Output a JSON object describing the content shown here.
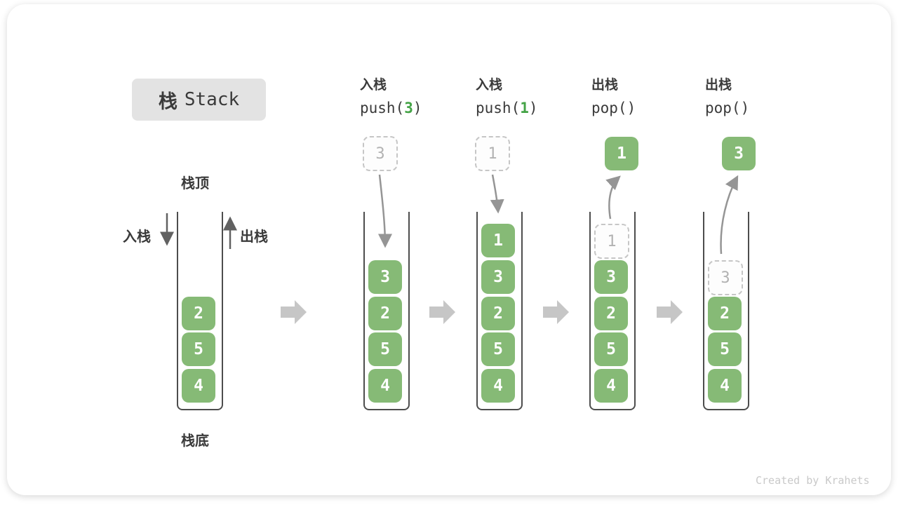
{
  "title": {
    "cn": "栈",
    "en": "Stack"
  },
  "side_labels": {
    "stack_top": "栈顶",
    "stack_bottom": "栈底",
    "push": "入栈",
    "pop": "出栈"
  },
  "steps": [
    {
      "label": "入栈",
      "code_pre": "push(",
      "code_arg": "3",
      "code_post": ")"
    },
    {
      "label": "入栈",
      "code_pre": "push(",
      "code_arg": "1",
      "code_post": ")"
    },
    {
      "label": "出栈",
      "code_pre": "pop(",
      "code_arg": "",
      "code_post": ")"
    },
    {
      "label": "出栈",
      "code_pre": "pop(",
      "code_arg": "",
      "code_post": ")"
    }
  ],
  "stacks": [
    {
      "cells": [
        "2",
        "5",
        "4"
      ]
    },
    {
      "floating": "3",
      "cells": [
        "3",
        "2",
        "5",
        "4"
      ]
    },
    {
      "floating": "1",
      "cells": [
        "1",
        "3",
        "2",
        "5",
        "4"
      ]
    },
    {
      "floating": "1",
      "ghost": "1",
      "cells": [
        "3",
        "2",
        "5",
        "4"
      ]
    },
    {
      "floating": "3",
      "ghost": "3",
      "cells": [
        "2",
        "5",
        "4"
      ]
    }
  ],
  "watermark": "Created by Krahets",
  "colors": {
    "green": "#86ba76",
    "green_digit": "#44a346",
    "text_dark": "#3a3a3a",
    "title_bg": "#e3e3e3",
    "outline": "#4d4d4d",
    "dashed_border": "#c6c6c6",
    "dashed_text": "#b2b2b2",
    "curve_arrow": "#959595",
    "straight_arrow": "#616161",
    "block_arrow": "#c6c6c6",
    "watermark": "#c9c9c9"
  }
}
